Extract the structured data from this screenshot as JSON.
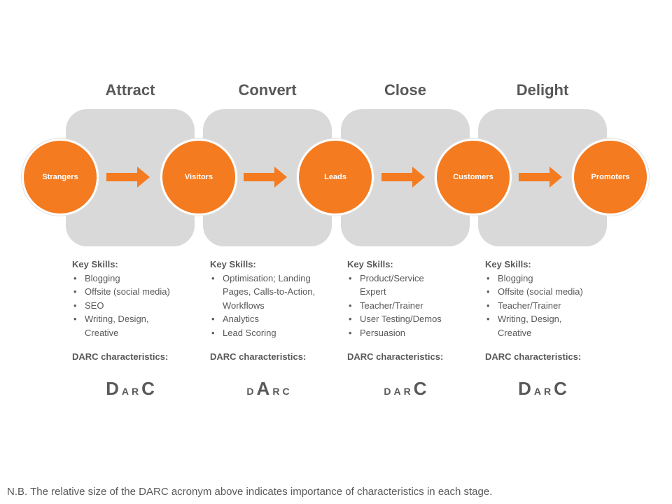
{
  "stages": [
    {
      "title": "Attract"
    },
    {
      "title": "Convert"
    },
    {
      "title": "Close"
    },
    {
      "title": "Delight"
    }
  ],
  "nodes": [
    "Strangers",
    "Visitors",
    "Leads",
    "Customers",
    "Promoters"
  ],
  "colors": {
    "accent": "#f47b20",
    "panel": "#d9d9d9",
    "text": "#595959"
  },
  "skills": [
    {
      "header": "Key Skills:",
      "items": [
        "Blogging",
        "Offsite (social media)",
        "SEO",
        "Writing, Design, Creative"
      ]
    },
    {
      "header": "Key Skills:",
      "items": [
        "Optimisation; Landing Pages, Calls-to-Action, Workflows",
        "Analytics",
        "Lead Scoring"
      ]
    },
    {
      "header": "Key Skills:",
      "items": [
        "Product/Service Expert",
        "Teacher/Trainer",
        "User Testing/Demos",
        "Persuasion"
      ]
    },
    {
      "header": "Key Skills:",
      "items": [
        "Blogging",
        "Offsite (social media)",
        "Teacher/Trainer",
        "Writing, Design, Creative"
      ]
    }
  ],
  "darc_label": "DARC characteristics:",
  "darc": [
    {
      "letters": [
        "D",
        "A",
        "R",
        "C"
      ],
      "sizes": [
        "big",
        "small",
        "small",
        "big"
      ]
    },
    {
      "letters": [
        "D",
        "A",
        "R",
        "C"
      ],
      "sizes": [
        "small",
        "big",
        "small",
        "small"
      ]
    },
    {
      "letters": [
        "D",
        "A",
        "R",
        "C"
      ],
      "sizes": [
        "small",
        "small",
        "small",
        "big"
      ]
    },
    {
      "letters": [
        "D",
        "A",
        "R",
        "C"
      ],
      "sizes": [
        "big",
        "small",
        "small",
        "big"
      ]
    }
  ],
  "footnote": "N.B. The relative size of the DARC acronym above indicates importance of characteristics in each stage."
}
